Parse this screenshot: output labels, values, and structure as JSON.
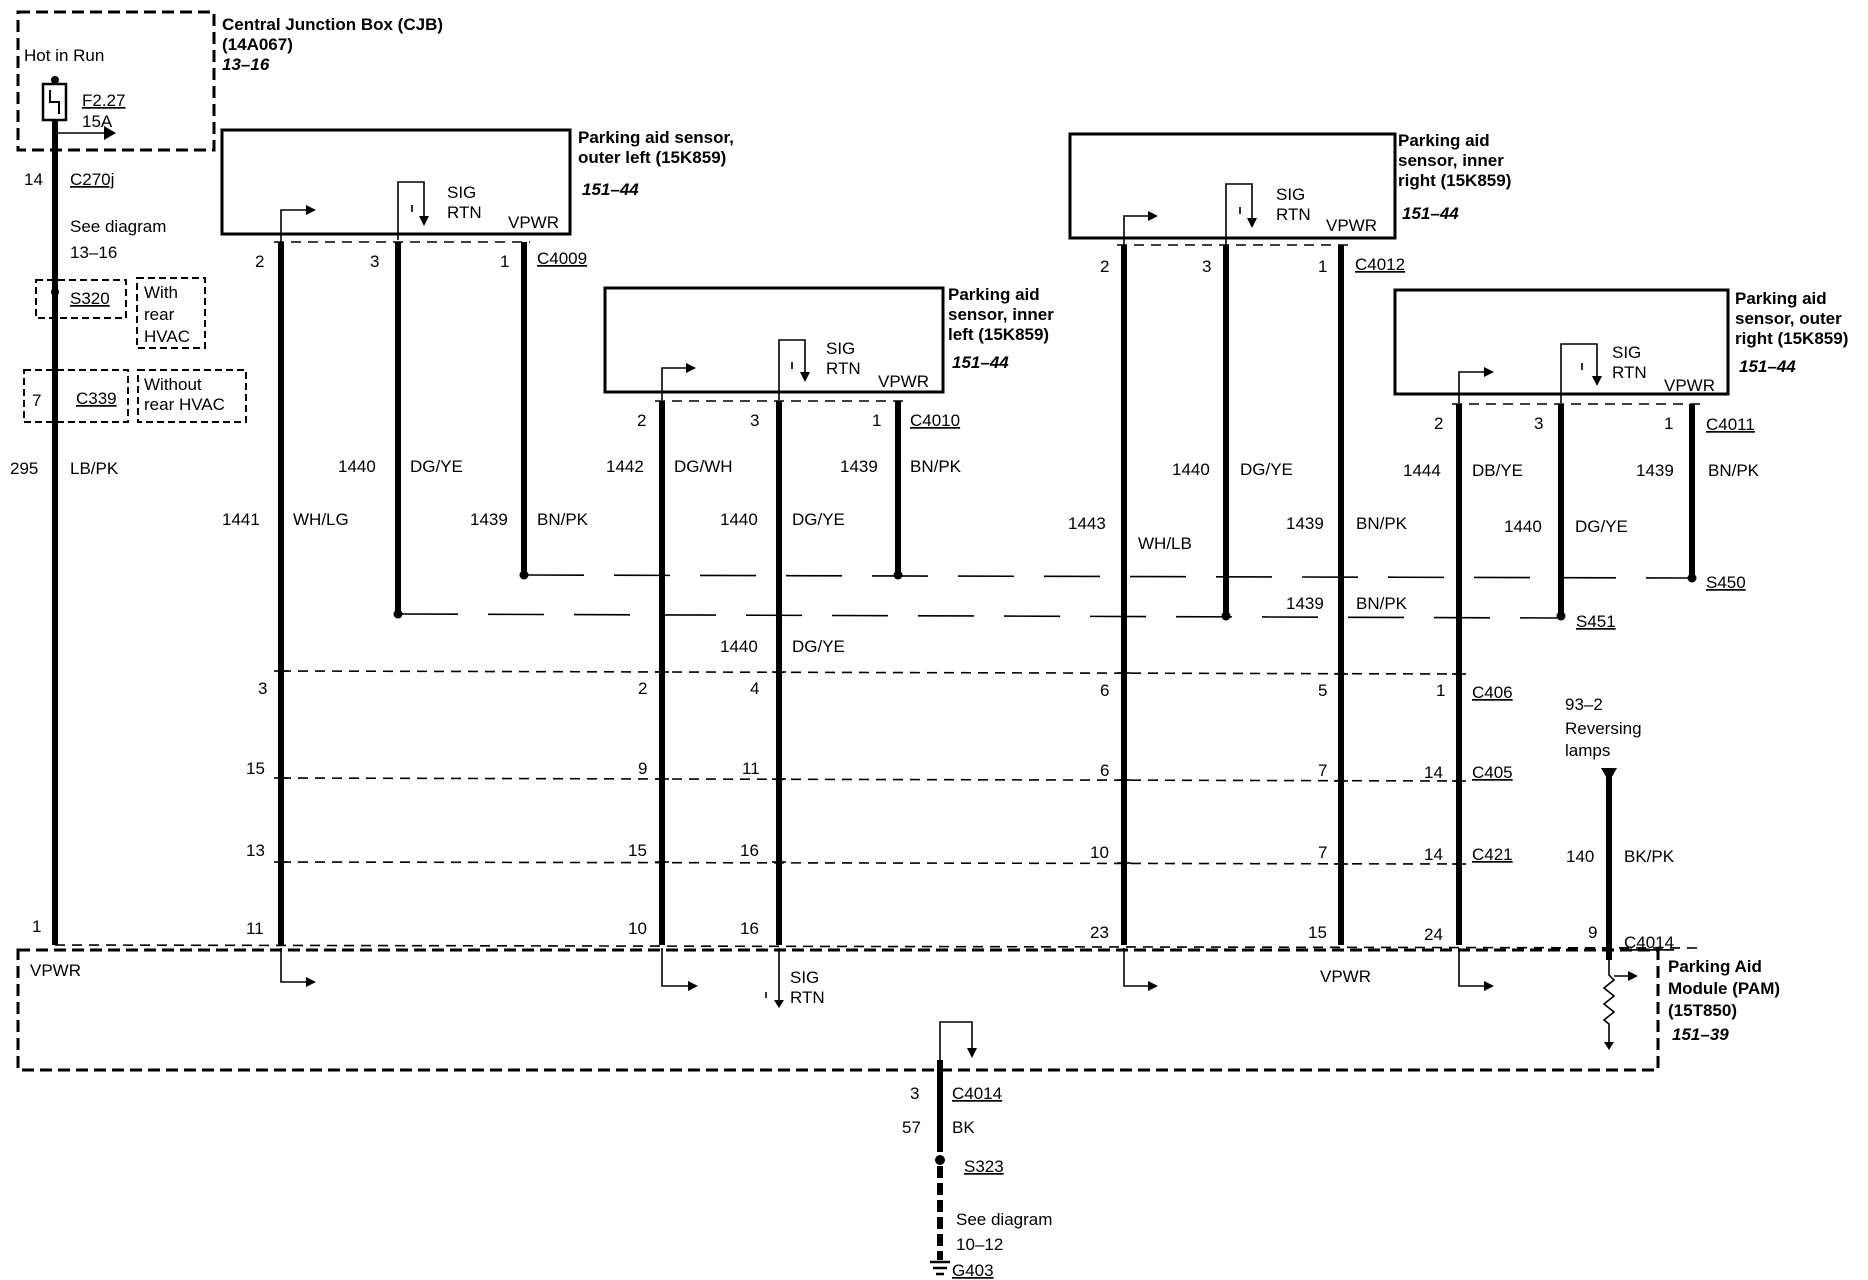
{
  "cjb": {
    "title": "Central Junction Box (CJB)",
    "part": "(14A067)",
    "ref": "13–16",
    "hot": "Hot in Run",
    "fuse": "F2.27",
    "amps": "15A"
  },
  "left_wire": {
    "pin_c270j": "14",
    "c270j": "C270j",
    "see": "See diagram",
    "see_ref": "13–16",
    "s320": "S320",
    "with_line1": "With",
    "with_line2": "rear",
    "with_line3": "HVAC",
    "pin_c339": "7",
    "c339": "C339",
    "without_line1": "Without",
    "without_line2": "rear HVAC",
    "circuit": "295",
    "color": "LB/PK",
    "pin_bottom": "1"
  },
  "sensors": {
    "outer_left": {
      "name1": "Parking aid sensor,",
      "name2": "outer left (15K859)",
      "ref": "151–44",
      "sig": "SIG",
      "rtn": "RTN",
      "vpwr": "VPWR",
      "connector": "C4009",
      "pin2": "2",
      "pin3": "3",
      "pin1": "1",
      "w2_circuit": "1441",
      "w2_color": "WH/LG",
      "w3_circuit": "1440",
      "w3_color": "DG/YE",
      "w1_circuit": "1439",
      "w1_color": "BN/PK"
    },
    "inner_left": {
      "name1": "Parking aid",
      "name2": "sensor, inner",
      "name3": "left (15K859)",
      "ref": "151–44",
      "sig": "SIG",
      "rtn": "RTN",
      "vpwr": "VPWR",
      "connector": "C4010",
      "pin2": "2",
      "pin3": "3",
      "pin1": "1",
      "w2_circuit": "1442",
      "w2_color": "DG/WH",
      "w3_circuit": "1440",
      "w3_color": "DG/YE",
      "w1_circuit": "1439",
      "w1_color": "BN/PK",
      "w3b_circuit": "1440",
      "w3b_color": "DG/YE"
    },
    "inner_right": {
      "name1": "Parking aid",
      "name2": "sensor, inner",
      "name3": "right (15K859)",
      "ref": "151–44",
      "sig": "SIG",
      "rtn": "RTN",
      "vpwr": "VPWR",
      "connector": "C4012",
      "pin2": "2",
      "pin3": "3",
      "pin1": "1",
      "w2_circuit": "1443",
      "w2_color": "WH/LB",
      "w3_circuit": "1440",
      "w3_color": "DG/YE",
      "w1_circuit": "1439",
      "w1_color": "BN/PK",
      "w1b_circuit": "1439",
      "w1b_color": "BN/PK"
    },
    "outer_right": {
      "name1": "Parking aid",
      "name2": "sensor, outer",
      "name3": "right (15K859)",
      "ref": "151–44",
      "sig": "SIG",
      "rtn": "RTN",
      "vpwr": "VPWR",
      "connector": "C4011",
      "pin2": "2",
      "pin3": "3",
      "pin1": "1",
      "w2_circuit": "1444",
      "w2_color": "DB/YE",
      "w3_circuit": "1440",
      "w3_color": "DG/YE",
      "w1_circuit": "1439",
      "w1_color": "BN/PK"
    }
  },
  "splices": {
    "s450": "S450",
    "s451": "S451"
  },
  "connectors": {
    "c406": {
      "name": "C406",
      "pins": [
        "3",
        "2",
        "4",
        "6",
        "5",
        "1"
      ]
    },
    "c405": {
      "name": "C405",
      "pins": [
        "15",
        "9",
        "11",
        "6",
        "7",
        "14"
      ]
    },
    "c421": {
      "name": "C421",
      "pins": [
        "13",
        "15",
        "16",
        "10",
        "7",
        "14"
      ]
    },
    "c4014": {
      "name": "C4014",
      "pins": [
        "1",
        "11",
        "10",
        "16",
        "23",
        "15",
        "24",
        "9"
      ]
    }
  },
  "reversing": {
    "ref": "93–2",
    "line1": "Reversing",
    "line2": "lamps",
    "circuit": "140",
    "color": "BK/PK"
  },
  "pam": {
    "name1": "Parking Aid",
    "name2": "Module (PAM)",
    "part": "(15T850)",
    "ref": "151–39",
    "vpwr_left": "VPWR",
    "vpwr_right": "VPWR",
    "sig": "SIG",
    "rtn": "RTN"
  },
  "ground": {
    "pin": "3",
    "connector": "C4014",
    "circuit": "57",
    "color": "BK",
    "splice": "S323",
    "see": "See diagram",
    "see_ref": "10–12",
    "g403": "G403"
  }
}
